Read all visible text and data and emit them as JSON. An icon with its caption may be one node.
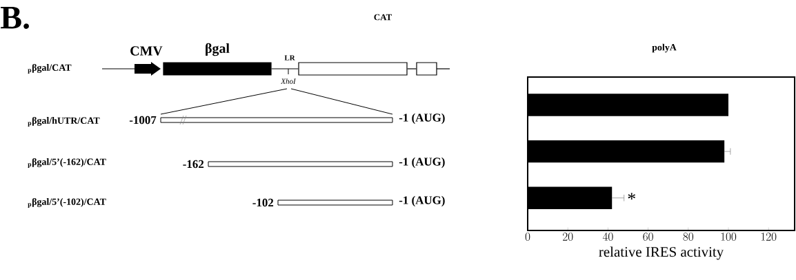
{
  "diagram": {
    "nodes": [
      {
        "text": [
          "CMV"
        ]
      },
      {
        "text": [
          "βgal"
        ]
      },
      {
        "text": [],
        "shape": "box"
      },
      {
        "text": [],
        "shape": "box"
      },
      {
        "text": [],
        "shape": "bar",
        "beside": [
          "-1007",
          "-1 (AUG)"
        ]
      },
      {
        "text": [],
        "shape": "bar",
        "beside": [
          "-162",
          "-1 (AUG)"
        ]
      },
      {
        "text": [],
        "shape": "bar",
        "beside": [
          "-102",
          "-1 (AUG)"
        ]
      }
    ],
    "edges": [
      {
        "from": 1,
        "to": 2,
        "arrow": "none"
      },
      {
        "from": 2,
        "to": 3,
        "arrow": "none"
      }
    ],
    "labels": [
      "B.",
      "CAT",
      "$_{p}$βgal/CAT",
      "LR",
      "XhoI",
      "polyA",
      "$_{p}$βgal/hUTR/CAT",
      "$_{p}$βgal/5’(-162)/CAT",
      "$_{p}$βgal/5’(-102)/CAT"
    ],
    "chart_data": {
      "type": "bar",
      "orientation": "horizontal",
      "xlabel": "relative IRES activity",
      "categories": [
        null,
        null,
        null
      ],
      "series": [
        {
          "color": "#000000",
          "values": [
            100,
            98,
            42
          ],
          "errors": [
            null,
            3,
            6
          ]
        }
      ],
      "xlim": [
        0,
        133
      ],
      "xticks": [
        0,
        20,
        40,
        60,
        80,
        100,
        120
      ],
      "annotations": [
        "*"
      ]
    }
  }
}
